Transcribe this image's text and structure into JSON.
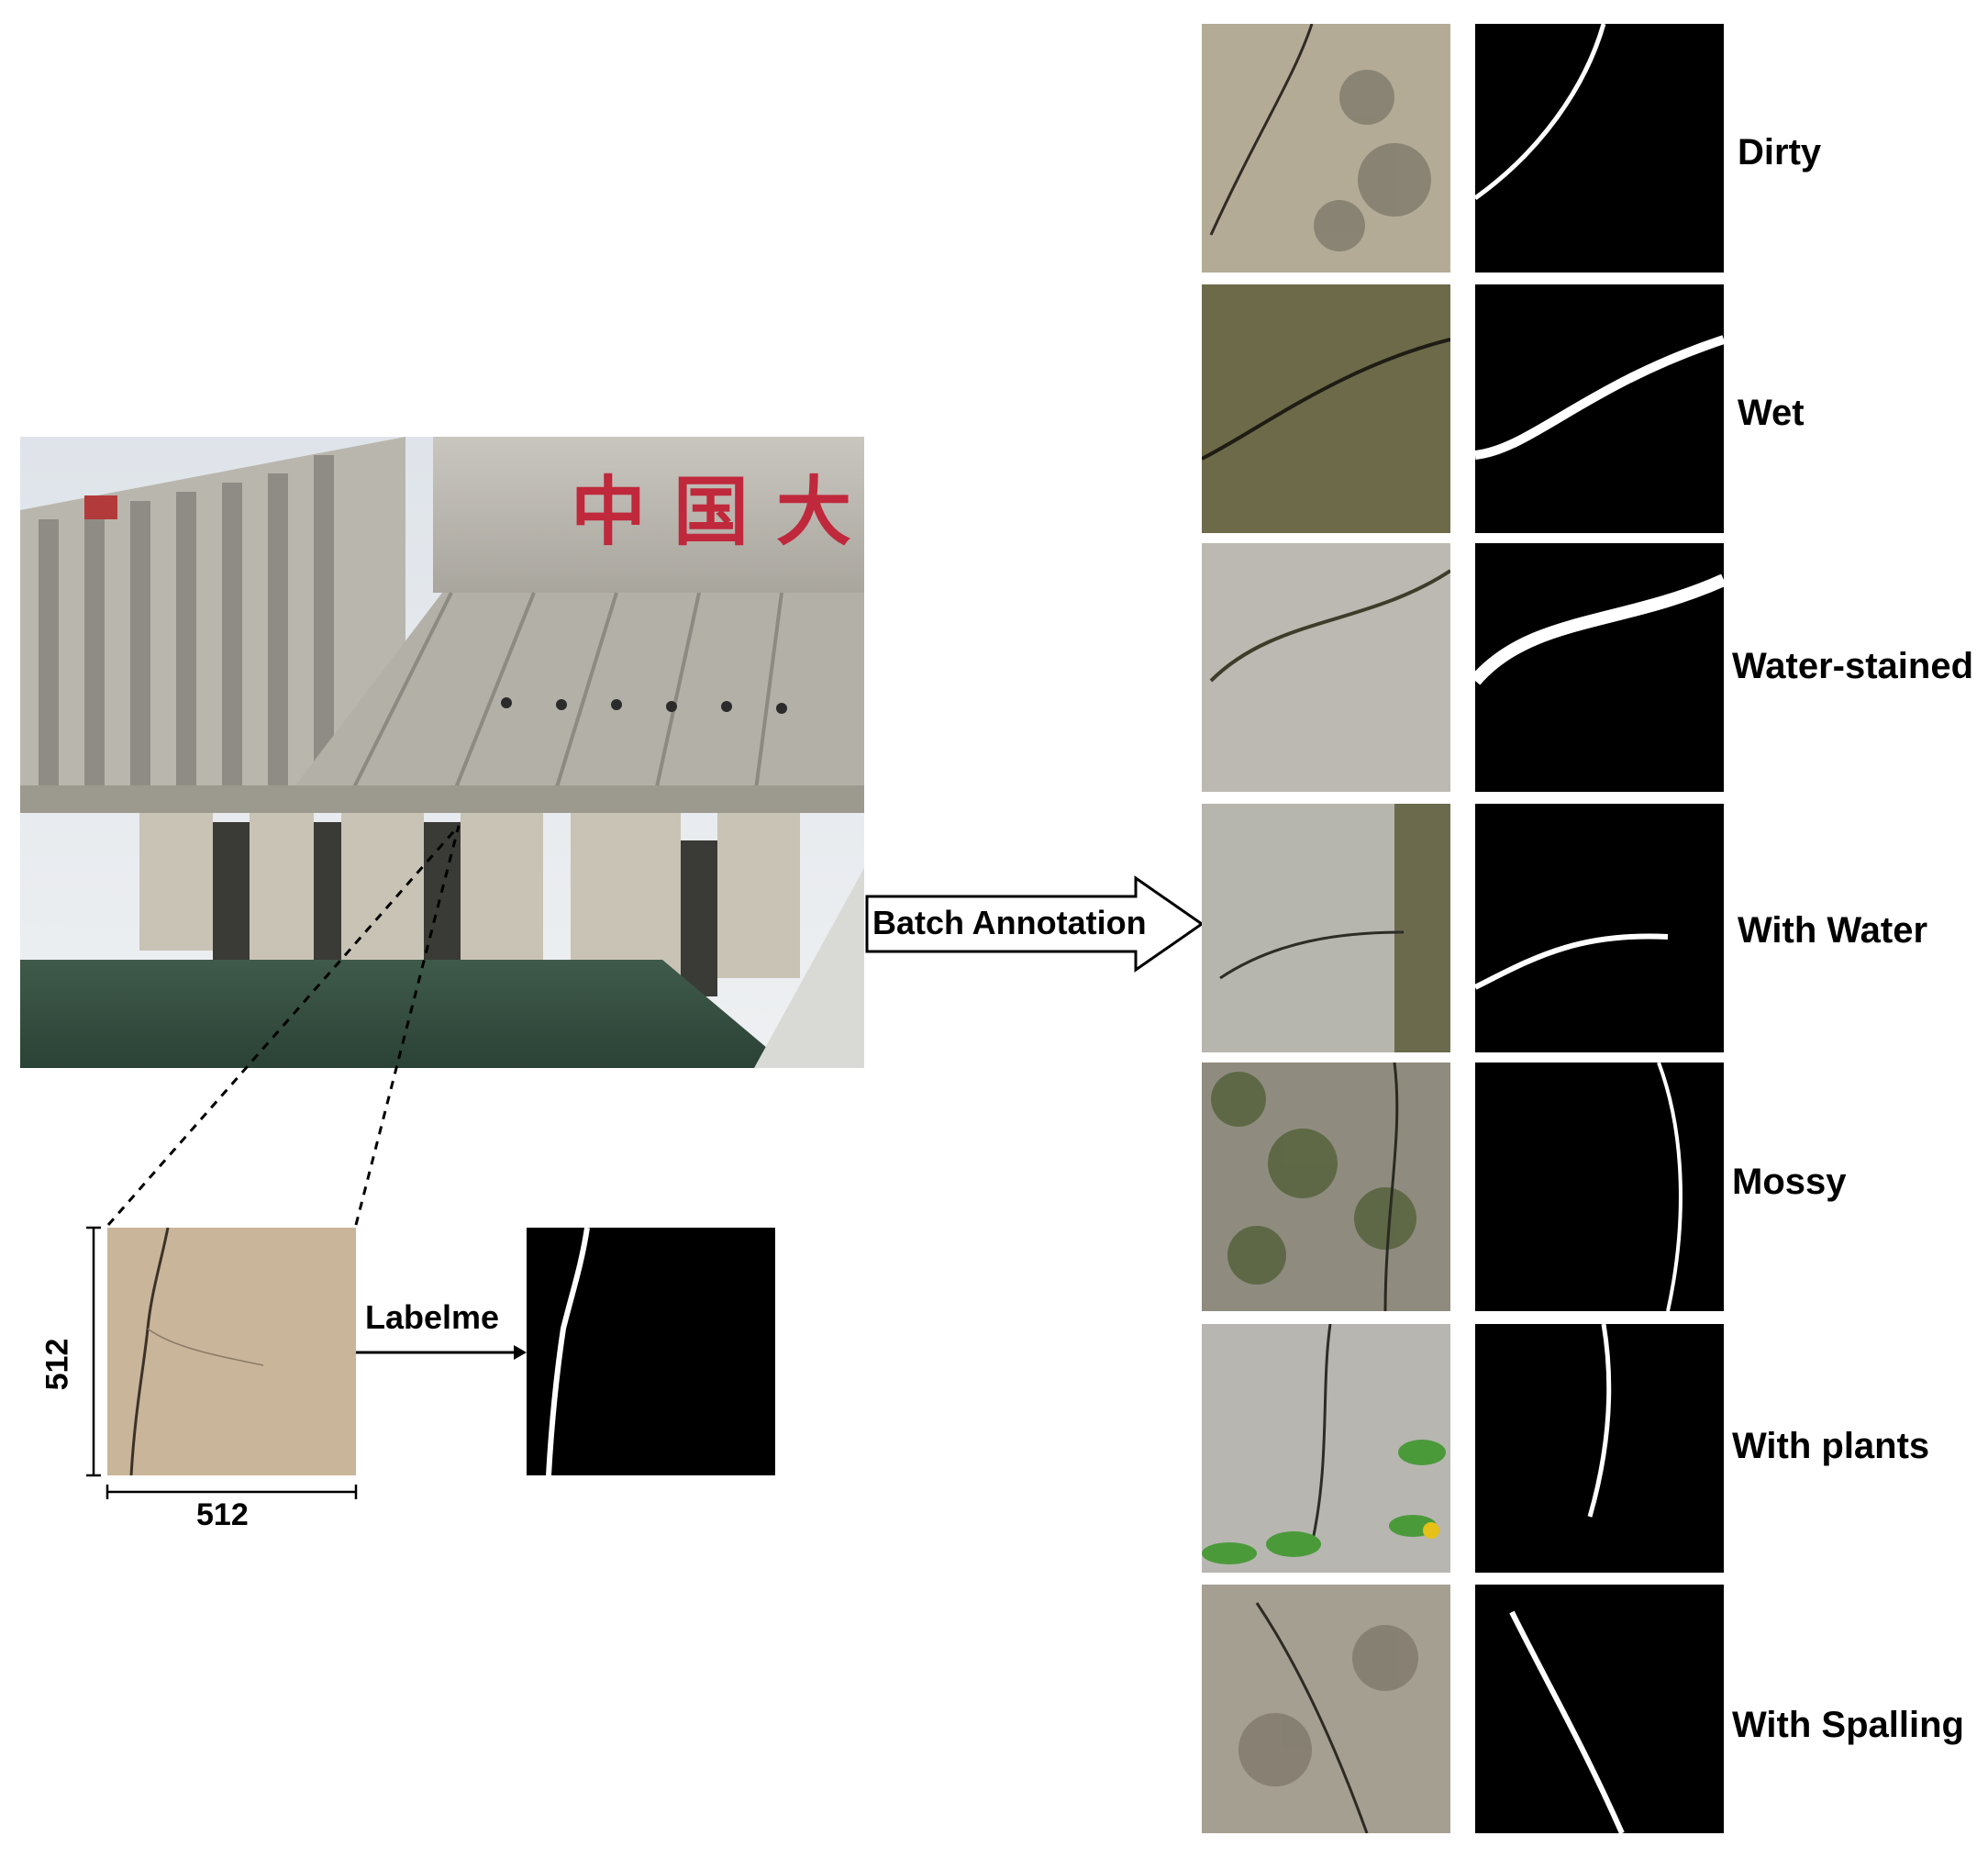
{
  "figure": {
    "process": {
      "batch_label": "Batch Annotation",
      "tool_label": "Labelme",
      "size_height": "512",
      "size_width": "512"
    },
    "dam_photo": {
      "sign_text": "中国大"
    },
    "conditions": [
      {
        "label": "Dirty"
      },
      {
        "label": "Wet"
      },
      {
        "label": "Water-stained"
      },
      {
        "label": "With Water"
      },
      {
        "label": "Mossy"
      },
      {
        "label": "With plants"
      },
      {
        "label": "With Spalling"
      }
    ]
  }
}
